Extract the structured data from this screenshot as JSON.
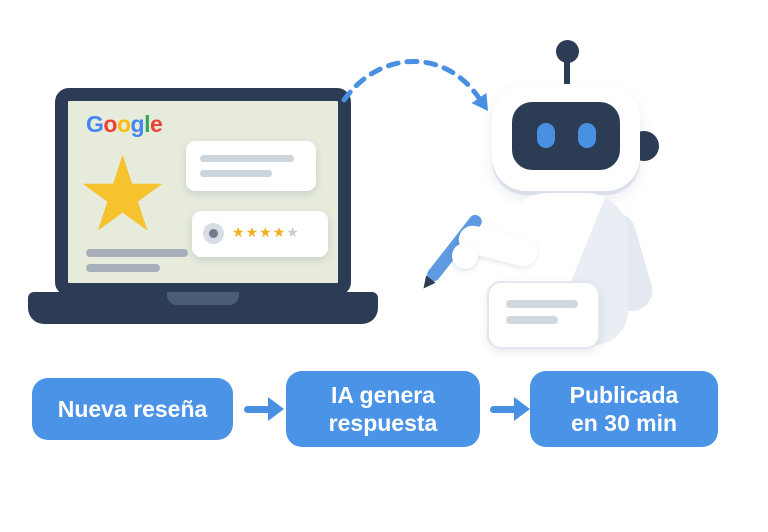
{
  "glyphs": {
    "star": "★"
  },
  "laptop": {
    "google_logo": {
      "text": "Google",
      "letters": [
        {
          "ch": "G",
          "color": "#4285F4"
        },
        {
          "ch": "o",
          "color": "#EA4335"
        },
        {
          "ch": "o",
          "color": "#FBBC05"
        },
        {
          "ch": "g",
          "color": "#4285F4"
        },
        {
          "ch": "l",
          "color": "#34A853"
        },
        {
          "ch": "e",
          "color": "#EA4335"
        }
      ]
    },
    "rating": {
      "filled": 4,
      "total": 5
    }
  },
  "flow": {
    "steps": [
      {
        "name": "new-review",
        "lines": [
          "Nueva reseña",
          ""
        ]
      },
      {
        "name": "ai-generates-response",
        "lines": [
          "IA genera",
          "respuesta"
        ]
      },
      {
        "name": "published",
        "lines": [
          "Publicada",
          "en 30 min"
        ]
      }
    ]
  },
  "icons": [
    "star-icon",
    "rating-star-icon",
    "dashed-arrow-icon",
    "pen-icon",
    "arrow-right-icon"
  ],
  "colors": {
    "accent_blue": "#4a90e2",
    "badge_blue": "#4b93e7",
    "navy": "#2d3c55",
    "screen_bg": "#e6ebdc",
    "star_gold": "#f6c22e",
    "rating_gold": "#f3ae1d",
    "rating_empty": "#c5ccd5",
    "robot_shade": "#e9edf4"
  }
}
